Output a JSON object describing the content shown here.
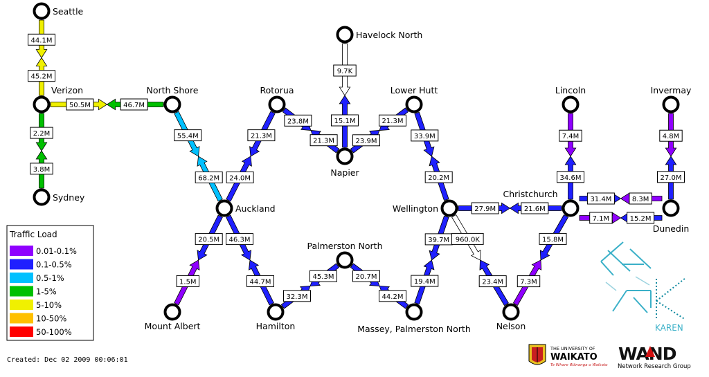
{
  "created": "Created: Dec 02 2009 00:06:01",
  "colors": {
    "purple": "#8f00ff",
    "blue": "#1f20ff",
    "cyan": "#00c0ff",
    "green": "#00c000",
    "yellow": "#f0f000",
    "orange": "#ffc000",
    "red": "#ff0000",
    "white": "#ffffff"
  },
  "legend": {
    "title": "Traffic Load",
    "items": [
      {
        "label": "0.01-0.1%",
        "color": "purple"
      },
      {
        "label": "0.1-0.5%",
        "color": "blue"
      },
      {
        "label": "0.5-1%",
        "color": "cyan"
      },
      {
        "label": "1-5%",
        "color": "green"
      },
      {
        "label": "5-10%",
        "color": "yellow"
      },
      {
        "label": "10-50%",
        "color": "orange"
      },
      {
        "label": "50-100%",
        "color": "red"
      }
    ]
  },
  "nodes": [
    {
      "id": "seattle",
      "label": "Seattle"
    },
    {
      "id": "verizon",
      "label": "Verizon"
    },
    {
      "id": "sydney",
      "label": "Sydney"
    },
    {
      "id": "northshore",
      "label": "North Shore"
    },
    {
      "id": "rotorua",
      "label": "Rotorua"
    },
    {
      "id": "havelock",
      "label": "Havelock North"
    },
    {
      "id": "napier",
      "label": "Napier"
    },
    {
      "id": "lowerhutt",
      "label": "Lower Hutt"
    },
    {
      "id": "auckland",
      "label": "Auckland"
    },
    {
      "id": "wellington",
      "label": "Wellington"
    },
    {
      "id": "christchurch",
      "label": "Christchurch"
    },
    {
      "id": "lincoln",
      "label": "Lincoln"
    },
    {
      "id": "invermay",
      "label": "Invermay"
    },
    {
      "id": "dunedin",
      "label": "Dunedin"
    },
    {
      "id": "mtalbert",
      "label": "Mount Albert"
    },
    {
      "id": "hamilton",
      "label": "Hamilton"
    },
    {
      "id": "palmnorth",
      "label": "Palmerston North"
    },
    {
      "id": "massey",
      "label": "Massey, Palmerston North"
    },
    {
      "id": "nelson",
      "label": "Nelson"
    }
  ],
  "links": [
    {
      "from": "seattle",
      "to": "verizon",
      "color": "yellow",
      "value": "44.1M"
    },
    {
      "from": "verizon",
      "to": "seattle",
      "color": "yellow",
      "value": "45.2M"
    },
    {
      "from": "verizon",
      "to": "northshore",
      "color": "yellow",
      "value": "50.5M"
    },
    {
      "from": "northshore",
      "to": "verizon",
      "color": "green",
      "value": "46.7M"
    },
    {
      "from": "verizon",
      "to": "sydney",
      "color": "green",
      "value": "2.2M"
    },
    {
      "from": "sydney",
      "to": "verizon",
      "color": "green",
      "value": "3.8M"
    },
    {
      "from": "northshore",
      "to": "auckland",
      "color": "cyan",
      "value": "55.4M"
    },
    {
      "from": "auckland",
      "to": "northshore",
      "color": "cyan",
      "value": "68.2M"
    },
    {
      "from": "auckland",
      "to": "rotorua",
      "color": "blue",
      "value": "24.0M"
    },
    {
      "from": "rotorua",
      "to": "auckland",
      "color": "blue",
      "value": "21.3M"
    },
    {
      "from": "rotorua",
      "to": "napier",
      "color": "blue",
      "value": "23.8M"
    },
    {
      "from": "napier",
      "to": "rotorua",
      "color": "blue",
      "value": "21.3M"
    },
    {
      "from": "havelock",
      "to": "napier",
      "color": "white",
      "value": "9.7K"
    },
    {
      "from": "napier",
      "to": "havelock",
      "color": "blue",
      "value": "15.1M"
    },
    {
      "from": "napier",
      "to": "lowerhutt",
      "color": "blue",
      "value": "23.9M"
    },
    {
      "from": "lowerhutt",
      "to": "napier",
      "color": "blue",
      "value": "21.3M"
    },
    {
      "from": "lowerhutt",
      "to": "wellington",
      "color": "blue",
      "value": "33.9M"
    },
    {
      "from": "wellington",
      "to": "lowerhutt",
      "color": "blue",
      "value": "20.2M"
    },
    {
      "from": "wellington",
      "to": "christchurch",
      "color": "blue",
      "value": "27.9M"
    },
    {
      "from": "christchurch",
      "to": "wellington",
      "color": "blue",
      "value": "21.6M"
    },
    {
      "from": "lincoln",
      "to": "christchurch",
      "color": "purple",
      "value": "7.4M"
    },
    {
      "from": "christchurch",
      "to": "lincoln",
      "color": "blue",
      "value": "34.6M"
    },
    {
      "from": "christchurch",
      "to": "dunedin",
      "color": "blue",
      "value": "31.4M"
    },
    {
      "from": "dunedin",
      "to": "christchurch",
      "color": "purple",
      "value": "8.3M"
    },
    {
      "from": "christchurch",
      "to": "dunedin",
      "color": "purple",
      "value": "7.1M"
    },
    {
      "from": "dunedin",
      "to": "christchurch",
      "color": "blue",
      "value": "15.2M"
    },
    {
      "from": "invermay",
      "to": "dunedin",
      "color": "purple",
      "value": "4.8M"
    },
    {
      "from": "dunedin",
      "to": "invermay",
      "color": "blue",
      "value": "27.0M"
    },
    {
      "from": "auckland",
      "to": "mtalbert",
      "color": "blue",
      "value": "20.5M"
    },
    {
      "from": "mtalbert",
      "to": "auckland",
      "color": "purple",
      "value": "1.5M"
    },
    {
      "from": "auckland",
      "to": "hamilton",
      "color": "blue",
      "value": "46.3M"
    },
    {
      "from": "hamilton",
      "to": "auckland",
      "color": "blue",
      "value": "44.7M"
    },
    {
      "from": "hamilton",
      "to": "palmnorth",
      "color": "blue",
      "value": "32.3M"
    },
    {
      "from": "palmnorth",
      "to": "hamilton",
      "color": "blue",
      "value": "45.3M"
    },
    {
      "from": "palmnorth",
      "to": "massey",
      "color": "blue",
      "value": "20.7M"
    },
    {
      "from": "massey",
      "to": "palmnorth",
      "color": "blue",
      "value": "44.2M"
    },
    {
      "from": "massey",
      "to": "wellington",
      "color": "blue",
      "value": "19.4M"
    },
    {
      "from": "wellington",
      "to": "massey",
      "color": "blue",
      "value": "39.7M"
    },
    {
      "from": "wellington",
      "to": "nelson",
      "color": "white",
      "value": "960.0K"
    },
    {
      "from": "nelson",
      "to": "wellington",
      "color": "blue",
      "value": "23.4M"
    },
    {
      "from": "nelson",
      "to": "christchurch",
      "color": "purple",
      "value": "7.3M"
    },
    {
      "from": "christchurch",
      "to": "nelson",
      "color": "blue",
      "value": "15.8M"
    }
  ],
  "logos": {
    "karen": "KAREN",
    "waikato_top": "THE UNIVERSITY OF",
    "waikato_name": "WAIKATO",
    "waikato_motto": "Te Whare Wānanga o Waikato",
    "wand": "WAND",
    "wand_sub": "Network Research Group"
  }
}
